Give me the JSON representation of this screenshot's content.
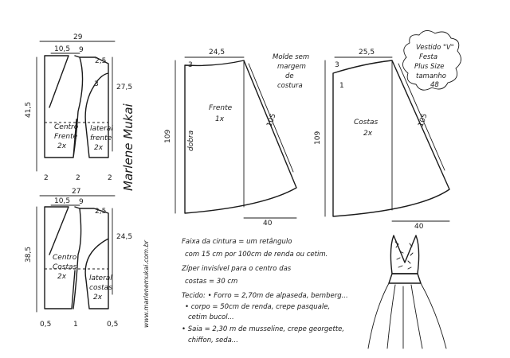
{
  "top_bodice": {
    "width": "29",
    "shoulder_width": "10,5",
    "neck_mark": "9",
    "neck_drop": "2,5",
    "armhole_mark": "3",
    "side_length": "27,5",
    "height": "41,5",
    "hem_left": "2",
    "hem_mid": "2",
    "hem_right": "2",
    "piece_front_label": "Centro Frente 2x",
    "piece_side_label": "lateral frente 2x"
  },
  "bottom_bodice": {
    "width": "27",
    "shoulder_width": "10,5",
    "neck_mark": "9",
    "neck_drop": "2,5",
    "side_length": "24,5",
    "height": "38,5",
    "hem_left": "0,5",
    "hem_mid": "1",
    "hem_right": "0,5",
    "piece_back_label": "Centro Costas 2x",
    "piece_side_label": "lateral Costas 2x"
  },
  "skirt_front": {
    "top_width": "24,5",
    "top_drop": "3",
    "length": "109",
    "side_length": "105",
    "hem_extension": "40",
    "fold_label": "dobra",
    "piece_label": "Frente 1x"
  },
  "skirt_back": {
    "top_width": "25,5",
    "top_drop": "3",
    "mark": "1",
    "length": "109",
    "side_length": "105",
    "hem_extension": "40",
    "piece_label": "Costas 2x"
  },
  "note_seam": "Molde sem margem de costura",
  "title": "Vestido \"V\" Festa Plus Size tamanho 48",
  "signature": "Marlene Mukai",
  "website": "www.marlenemukai.com.br",
  "instructions": {
    "line1": "Faixa da cintura = um retângulo",
    "line2": "com 15 cm por 100cm de renda ou cetim.",
    "line3": "Zíper invisível para o centro das",
    "line4": "costas = 30 cm",
    "line5": "Tecido: • Forro = 2,70m de alpaseda, bemberg...",
    "line6": "• corpo = 50cm de renda, crepe pasquale,",
    "line7": "cetim bucol...",
    "line8": "• Saia = 2,30 m de musseline, crepe georgette,",
    "line9": "chiffon, seda..."
  }
}
